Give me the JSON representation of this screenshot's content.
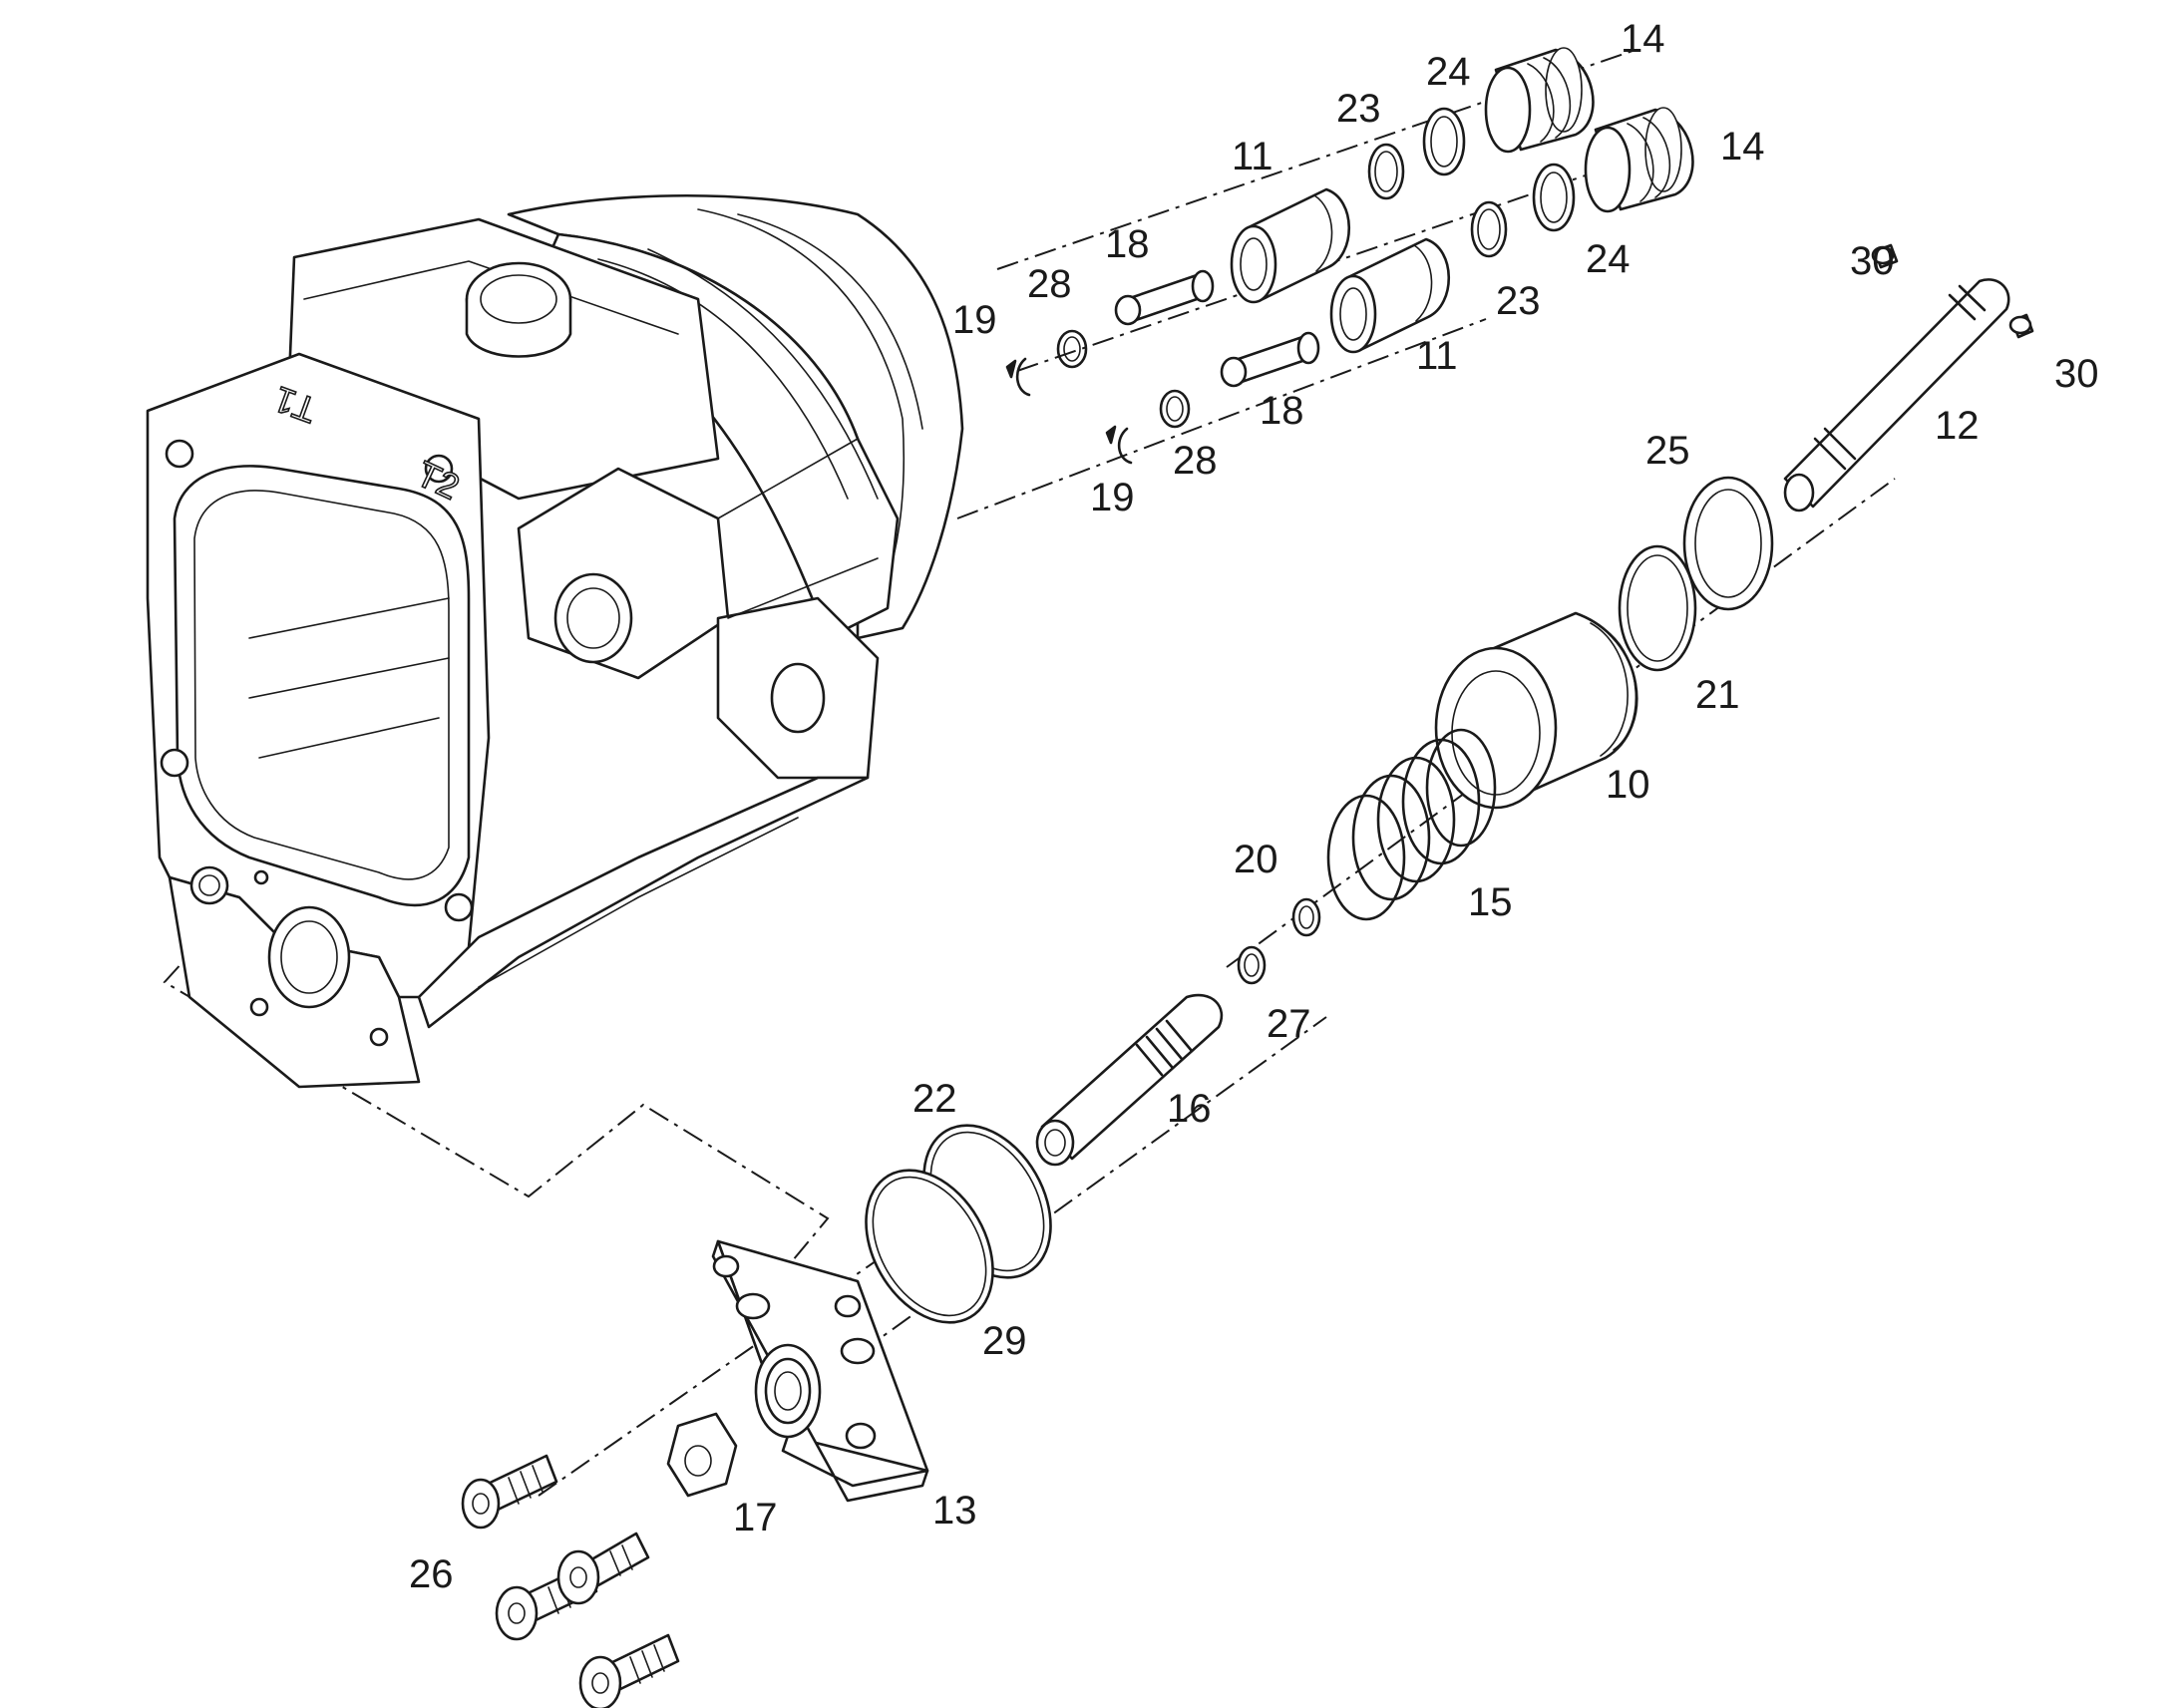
{
  "diagram": {
    "callouts": [
      "14",
      "24",
      "23",
      "11",
      "14",
      "30",
      "18",
      "28",
      "19",
      "24",
      "23",
      "11",
      "30",
      "12",
      "18",
      "28",
      "19",
      "25",
      "21",
      "10",
      "20",
      "15",
      "27",
      "22",
      "16",
      "29",
      "13",
      "17",
      "26"
    ],
    "housing_markings": [
      "T1",
      "T2"
    ]
  }
}
